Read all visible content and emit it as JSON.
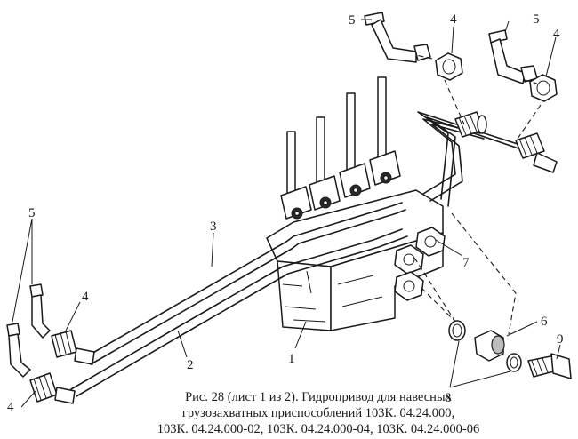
{
  "caption": {
    "line1": "Рис. 28 (лист 1 из 2). Гидропривод для навесных",
    "line2": "грузозахватных приспособлений 103К. 04.24.000,",
    "line3": "103К. 04.24.000-02, 103К. 04.24.000-04, 103К. 04.24.000-06"
  },
  "callouts": {
    "c1": "1",
    "c2": "2",
    "c3": "3",
    "c4a": "4",
    "c4b": "4",
    "c4c": "4",
    "c4d": "4",
    "c5a": "5",
    "c5b": "5",
    "c5c": "5",
    "c6": "6",
    "c7": "7",
    "c8": "8",
    "c9": "9"
  }
}
